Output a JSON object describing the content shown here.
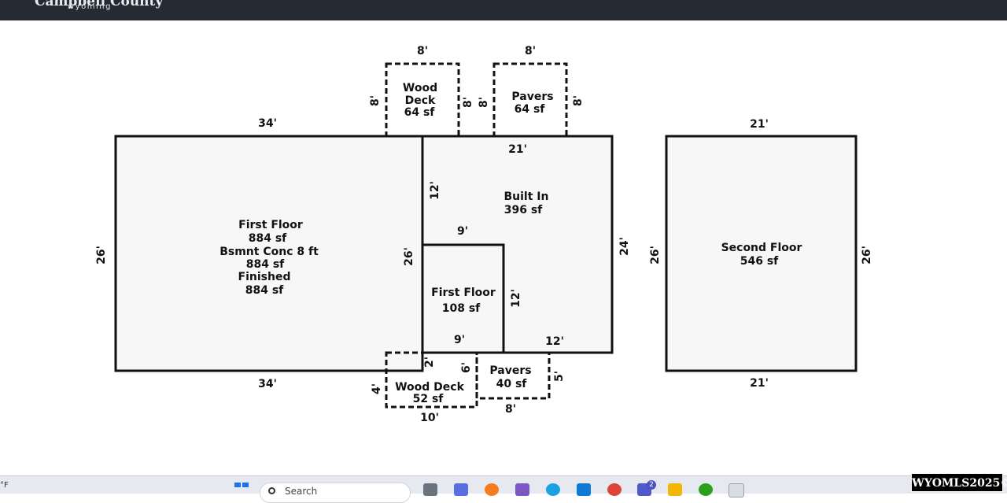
{
  "header": {
    "brand_title": "Campbell County",
    "brand_subtitle": "wyoming"
  },
  "rooms": {
    "first_floor_main": [
      "First Floor",
      "884 sf",
      "Bsmnt Conc 8 ft",
      "884 sf",
      "Finished",
      "884 sf"
    ],
    "built_in": [
      "Built In",
      "396 sf"
    ],
    "first_floor_small": [
      "First Floor",
      "108 sf"
    ],
    "second_floor": [
      "Second Floor",
      "546 sf"
    ],
    "wood_deck_top": [
      "Wood",
      "Deck",
      "64 sf"
    ],
    "pavers_top": [
      "Pavers",
      "64 sf"
    ],
    "wood_deck_bottom": [
      "Wood Deck",
      "52 sf"
    ],
    "pavers_bottom": [
      "Pavers",
      "40 sf"
    ]
  },
  "dimensions": {
    "main_top": "34'",
    "main_bottom": "34'",
    "main_left": "26'",
    "main_right": "26'",
    "deck_top_width": "8'",
    "deck_top_left": "8'",
    "deck_top_right": "8'",
    "pavers_top_width": "8'",
    "pavers_top_left": "8'",
    "pavers_top_right": "8'",
    "builtin_top": "21'",
    "builtin_left": "12'",
    "builtin_right": "24'",
    "builtin_bottom_right": "12'",
    "small_top": "9'",
    "small_bottom": "9'",
    "small_right": "12'",
    "deck_bottom_width": "10'",
    "deck_bottom_left": "4'",
    "deck_bottom_inner_left": "2'",
    "deck_bottom_right": "6'",
    "pavers_bottom_width": "8'",
    "pavers_bottom_right": "5'",
    "second_top": "21'",
    "second_bottom": "21'",
    "second_left": "26'",
    "second_right": "26'"
  },
  "taskbar": {
    "temperature": "°F",
    "search_placeholder": "Search",
    "notification_count": "2",
    "icons": [
      "start-icon",
      "search-icon",
      "file-icon",
      "copilot-icon",
      "firefox-icon",
      "copilot-app-icon",
      "edge-icon",
      "store-icon",
      "chrome-icon",
      "teams-icon",
      "folder-icon",
      "quickbooks-icon",
      "notepad-icon"
    ]
  },
  "watermark": "WYOMLS2025©",
  "colors": {
    "topbar": "#252a33",
    "room_fill": "#f7f7f7",
    "line": "#111111",
    "taskbar": "#e6e9ef"
  }
}
